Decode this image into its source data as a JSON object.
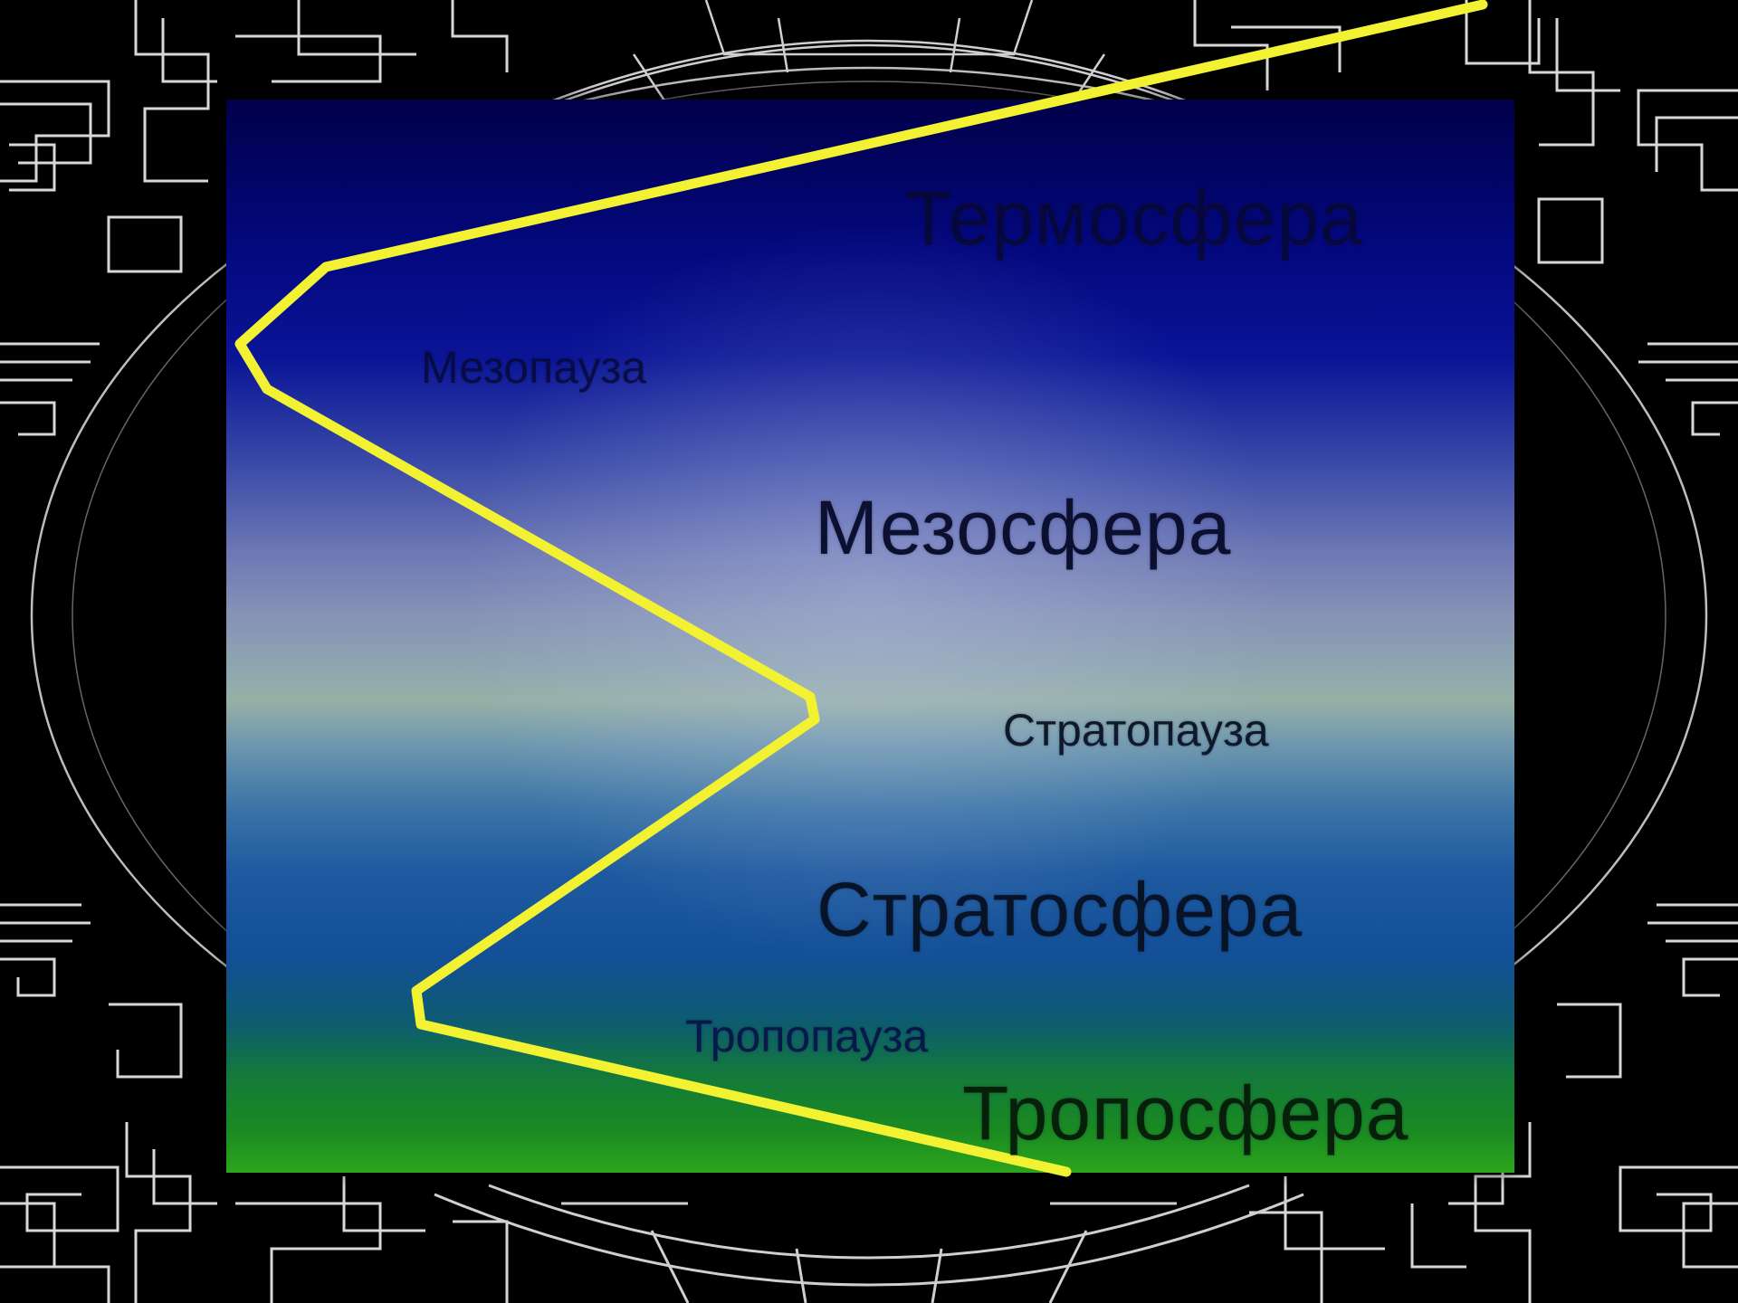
{
  "labels": {
    "thermosphere": "Термосфера",
    "mesopause": "Мезопауза",
    "mesosphere": "Мезосфера",
    "stratopause": "Стратопауза",
    "stratosphere": "Стратосфера",
    "tropopause": "Тропопауза",
    "troposphere": "Тропосфера"
  },
  "colors": {
    "profile_line": "#f2f233",
    "label_text": "#0b1030",
    "background": "#000000"
  }
}
